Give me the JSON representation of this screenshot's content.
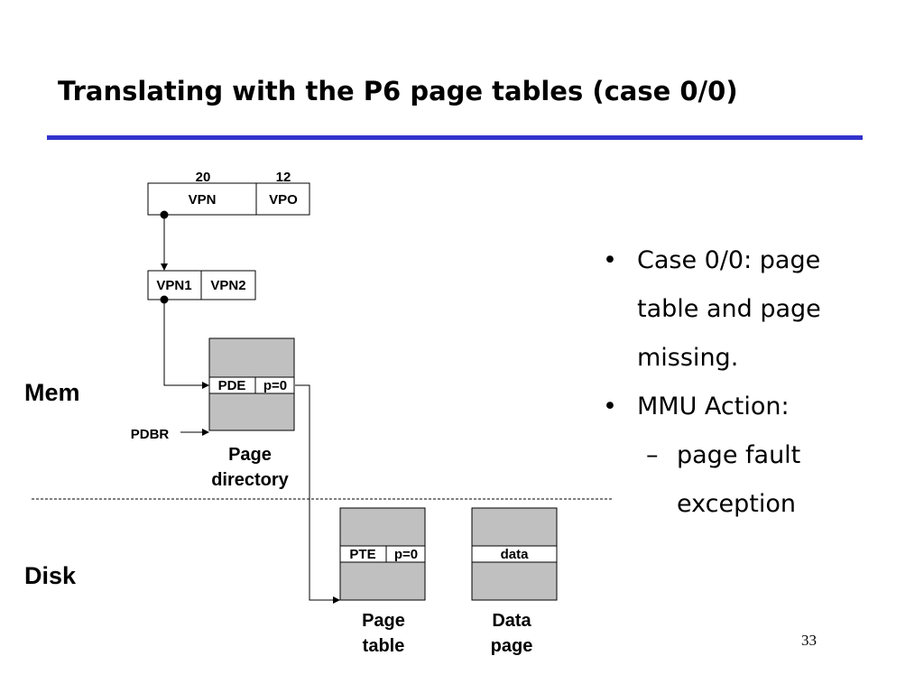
{
  "slide": {
    "title": "Translating with the P6 page tables (case 0/0)",
    "slide_number": "33"
  },
  "diagram": {
    "va_widths": {
      "vpn": "20",
      "vpo": "12"
    },
    "va_fields": {
      "vpn": "VPN",
      "vpo": "VPO"
    },
    "vpn_split": {
      "vpn1": "VPN1",
      "vpn2": "VPN2"
    },
    "regions": {
      "mem": "Mem",
      "disk": "Disk"
    },
    "pdbr": "PDBR",
    "page_directory": {
      "entry": "PDE",
      "present": "p=0",
      "caption_line1": "Page",
      "caption_line2": "directory"
    },
    "page_table": {
      "entry": "PTE",
      "present": "p=0",
      "caption_line1": "Page",
      "caption_line2": "table"
    },
    "data_page": {
      "entry": "data",
      "caption_line1": "Data",
      "caption_line2": "page"
    }
  },
  "bullets": [
    {
      "text": "Case 0/0: page table and page missing."
    },
    {
      "text": "MMU Action:",
      "sub": [
        {
          "text": "page fault exception"
        }
      ]
    }
  ]
}
